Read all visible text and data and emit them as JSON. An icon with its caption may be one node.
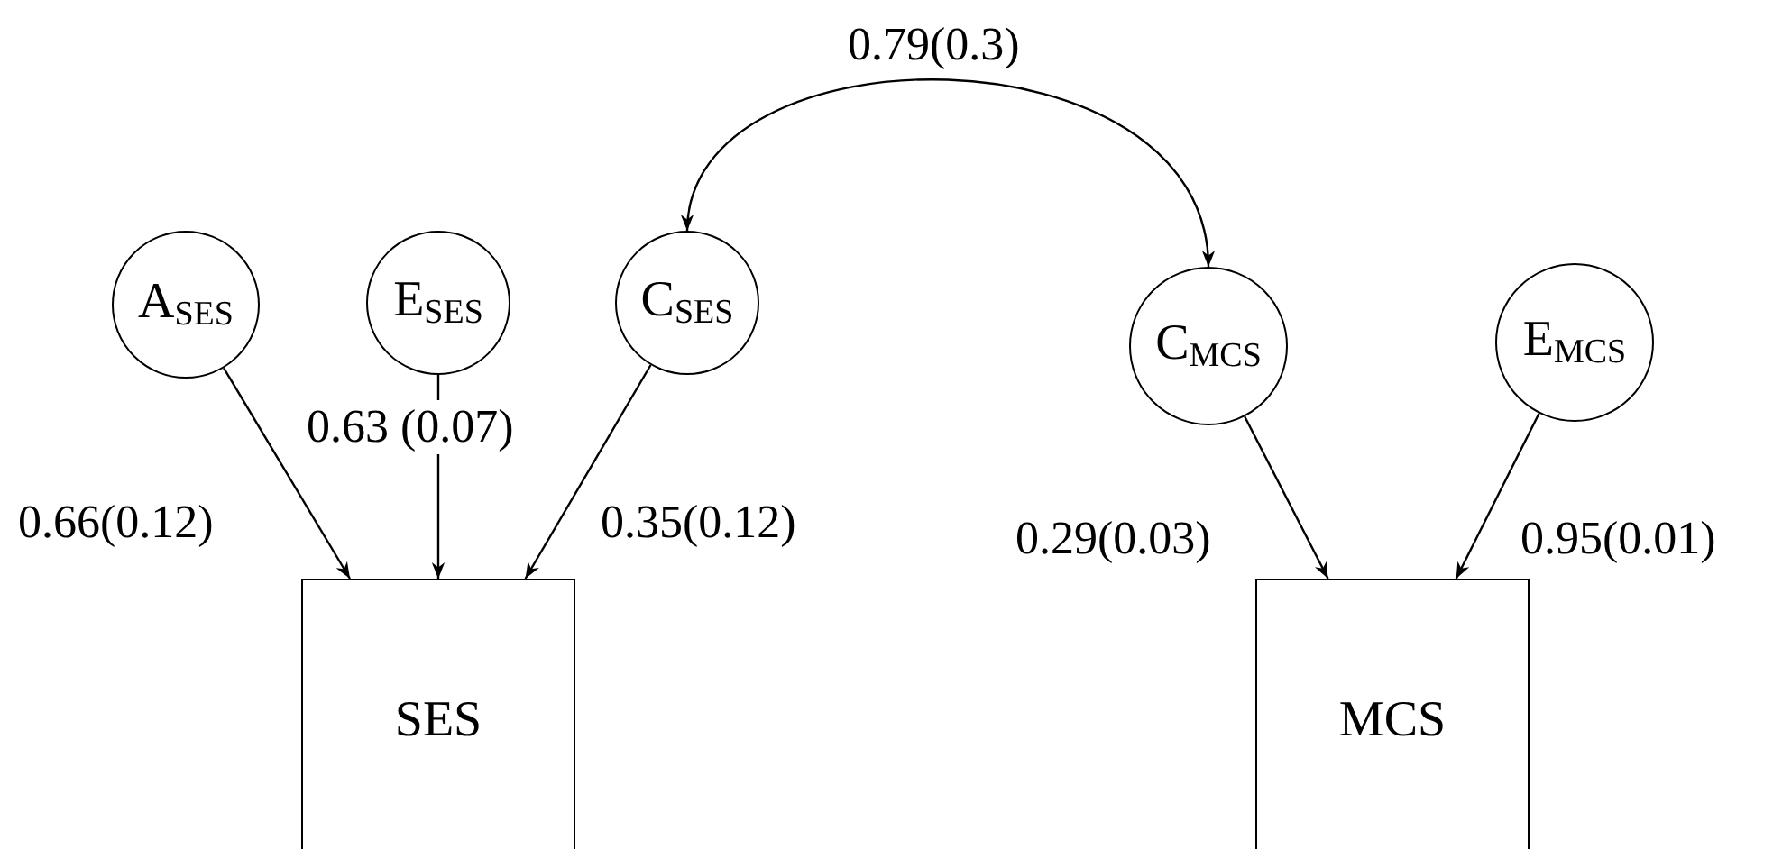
{
  "diagram": {
    "nodes": [
      {
        "text": [
          "A$_{SES}$"
        ]
      },
      {
        "text": [
          "E$_{SES}$"
        ]
      },
      {
        "text": [
          "C$_{SES}$"
        ]
      },
      {
        "text": [
          "C$_{MCS}$"
        ]
      },
      {
        "text": [
          "E$_{MCS}$"
        ]
      },
      {
        "text": [
          "SES"
        ]
      },
      {
        "text": [
          "MCS"
        ]
      }
    ],
    "edges": [
      {
        "from": 2,
        "to": 3,
        "arrow": "both",
        "label": "0.79(0.3)"
      },
      {
        "from": 0,
        "to": 5,
        "arrow": "to",
        "label": "0.66(0.12)"
      },
      {
        "from": 1,
        "to": 5,
        "arrow": "to",
        "label": "0.63 (0.07)"
      },
      {
        "from": 2,
        "to": 5,
        "arrow": "to",
        "label": "0.35(0.12)"
      },
      {
        "from": 3,
        "to": 6,
        "arrow": "to",
        "label": "0.29(0.03)"
      },
      {
        "from": 4,
        "to": 6,
        "arrow": "to",
        "label": "0.95(0.01)"
      }
    ]
  }
}
